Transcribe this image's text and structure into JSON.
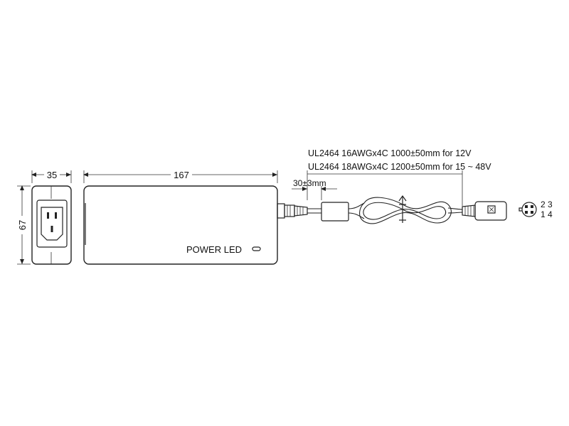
{
  "dimensions": {
    "side_width": "35",
    "body_length": "167",
    "height": "67",
    "cable_offset": "30±3mm"
  },
  "cable_spec": {
    "line1": "UL2464 16AWGx4C 1000±50mm for 12V",
    "line2": "UL2464 18AWGx4C 1200±50mm for 15 ~ 48V"
  },
  "labels": {
    "power_led": "POWER LED"
  },
  "pins": {
    "top": "2 3",
    "bottom": "1 4"
  }
}
